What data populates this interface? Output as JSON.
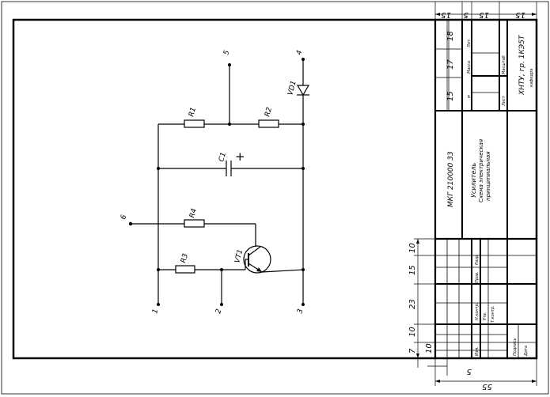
{
  "schematic": {
    "resistors": [
      "R1",
      "R2",
      "R3",
      "R4"
    ],
    "capacitor": "C1",
    "diode": "VD1",
    "transistor": "VT1",
    "terminals": [
      "1",
      "2",
      "3",
      "4",
      "5",
      "6"
    ],
    "polarity_mark": "+"
  },
  "title_block": {
    "doc_code": "МКГ 210000 33",
    "title_lines": [
      "Усилитель",
      "Схема электрическая",
      "принципиальная"
    ],
    "org": "ХНТУ, гр. 1КЭ5Т",
    "sub_org": "кафедра"
  },
  "dimensions": {
    "top": [
      "15",
      "5",
      "15",
      "15"
    ],
    "right_rows": [
      "18",
      "17",
      "15"
    ],
    "left_rows": [
      "10",
      "15",
      "23",
      "10",
      "7",
      "10"
    ],
    "bottom": [
      "5",
      "55"
    ]
  },
  "colors": {
    "line": "#000000",
    "paper": "#ffffff"
  }
}
